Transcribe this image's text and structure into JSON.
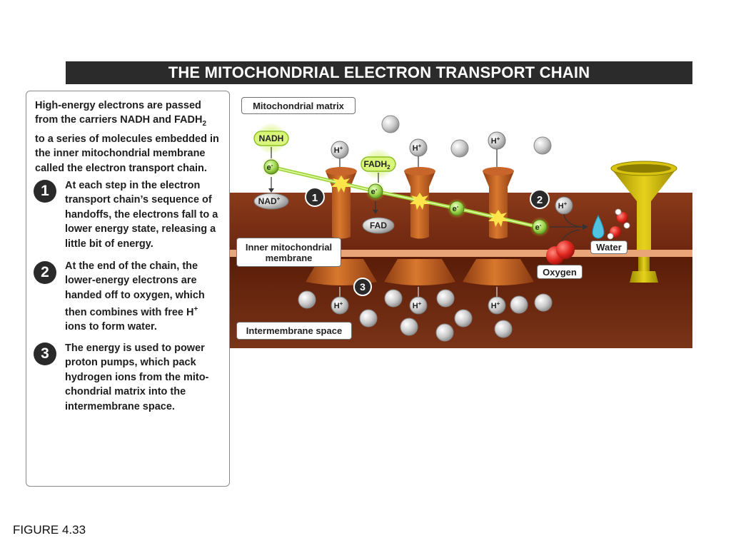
{
  "title": "THE MITOCHONDRIAL ELECTRON TRANSPORT CHAIN",
  "intro_lines": [
    "High-energy electrons are passed",
    "from the carriers NADH and FADH",
    "to a series of molecules embedded in",
    "the inner mitochondrial membrane",
    "called the electron transport chain."
  ],
  "intro_subscript": "2",
  "steps": [
    {
      "number": "1",
      "lines": [
        "At each step in the electron",
        "transport chain’s sequence of",
        "handoffs, the electrons fall to a",
        "lower energy state, releasing a",
        "little bit of energy."
      ]
    },
    {
      "number": "2",
      "lines": [
        "At the end of the chain, the",
        "lower-energy electrons are",
        "handed off to oxygen, which",
        "then combines with free H",
        "ions to form water."
      ],
      "superscript": "+"
    },
    {
      "number": "3",
      "lines": [
        "The energy is used to power",
        "proton pumps, which pack",
        "hydrogen ions from the mito-",
        "chondrial matrix into the",
        "intermembrane space."
      ]
    }
  ],
  "labels": {
    "matrix": "Mitochondrial matrix",
    "inner_membrane_line1": "Inner mitochondrial",
    "inner_membrane_line2": "membrane",
    "intermembrane": "Intermembrane space",
    "water": "Water",
    "oxygen": "Oxygen"
  },
  "molecules": {
    "nadh": "NADH",
    "nad_plus": "NAD",
    "fadh2": "FADH",
    "fad": "FAD",
    "electron": "e",
    "hydrogen_ion": "H",
    "plus": "+",
    "minus": "-",
    "sub2": "2"
  },
  "diagram_markers": [
    "1",
    "2",
    "3"
  ],
  "figure_caption": "FIGURE 4.33",
  "colors": {
    "title_bg": "#2b2b2b",
    "membrane": "#7a2d12",
    "intermembrane": "#5c1d0a",
    "pump": "#b8581f",
    "electron": "#8bc34a",
    "funnel": "#c7b300",
    "oxygen": "#d8261f",
    "water": "#4fc3e0"
  }
}
